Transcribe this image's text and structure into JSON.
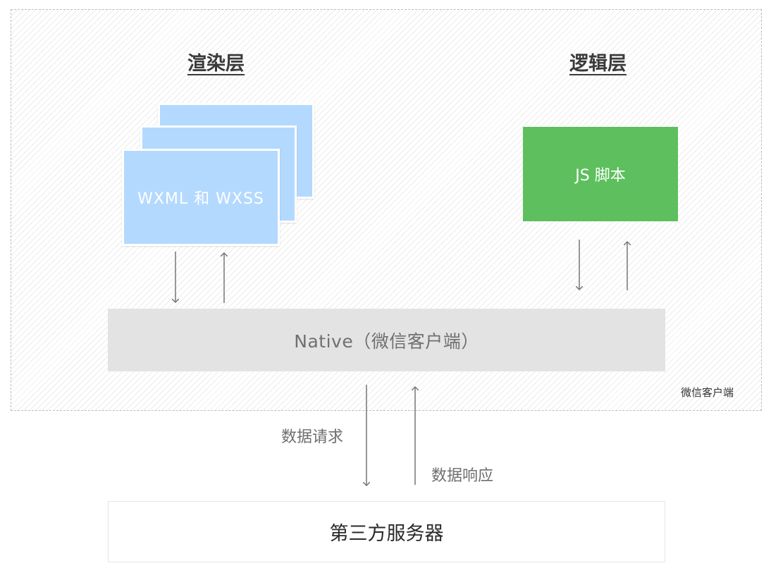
{
  "layers": {
    "render_title": "渲染层",
    "logic_title": "逻辑层"
  },
  "render_layer": {
    "card_label": "WXML 和 WXSS"
  },
  "logic_layer": {
    "script_label": "JS 脚本"
  },
  "native": {
    "label": "Native（微信客户端）"
  },
  "client_region": {
    "label": "微信客户端"
  },
  "network": {
    "request_label": "数据请求",
    "response_label": "数据响应"
  },
  "server": {
    "label": "第三方服务器"
  },
  "colors": {
    "render_card": "#b3d9ff",
    "logic_box": "#5dbf5d",
    "native_bar": "#e3e3e3",
    "arrow": "#757575"
  }
}
